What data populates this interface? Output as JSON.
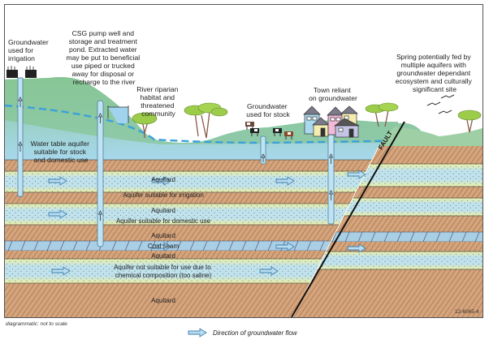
{
  "diagram": {
    "subject": "Groundwater aquifer cross-section with coal seam gas well",
    "labels": {
      "irrigation_use": [
        "Groundwater",
        "used for",
        "irrigation"
      ],
      "csg_well": [
        "CSG pump well and",
        "storage and treatment",
        "pond. Extracted water",
        "may be put to beneficial",
        "use piped or trucked",
        "away for disposal or",
        "recharge to the river"
      ],
      "river": [
        "River riparian",
        "habitat and",
        "threatened",
        "community"
      ],
      "stock_use": [
        "Groundwater",
        "used for stock"
      ],
      "town": [
        "Town reliant",
        "on groundwater"
      ],
      "spring": [
        "Spring potentially fed by",
        "multiple aquifers with",
        "groundwater dependant",
        "ecosystem and culturally",
        "significant site"
      ],
      "water_table_aquifer": [
        "Water table aquifer",
        "suitable for stock",
        "and domestic use"
      ],
      "fault": "FAULT"
    },
    "layers": [
      {
        "name": "Aquitard",
        "type": "aquitard"
      },
      {
        "name": "Aquifer suitable for irrigation",
        "type": "aquifer"
      },
      {
        "name": "Aquitard",
        "type": "aquitard"
      },
      {
        "name": "Aquifer suitable for domestic use",
        "type": "aquifer"
      },
      {
        "name": "Aquitard",
        "type": "aquitard"
      },
      {
        "name": "Coal seam",
        "type": "coal"
      },
      {
        "name": "Aquitard",
        "type": "aquitard"
      },
      {
        "name": "Aquifer not suitable for use due to",
        "name2": "chemical composition (too saline)",
        "type": "aquifer"
      },
      {
        "name": "Aquitard",
        "type": "aquitard"
      }
    ],
    "footnote": "diagrammatic: not to scale",
    "figure_code": "12-6065-4",
    "legend": {
      "icon": "arrow-right-icon",
      "label": "Direction of groundwater flow"
    },
    "colors": {
      "land_green": "#7fbf8a",
      "water_table_blue": "#a9d6e8",
      "aquitard_brown": "#d2a27a",
      "aquifer_yellow": "#ecefa2",
      "aquifer_blue": "#b8e0ef",
      "coal_blue": "#a8cfe6",
      "water_line": "#3aa0dc",
      "arrow": "#3f7fb0"
    }
  }
}
